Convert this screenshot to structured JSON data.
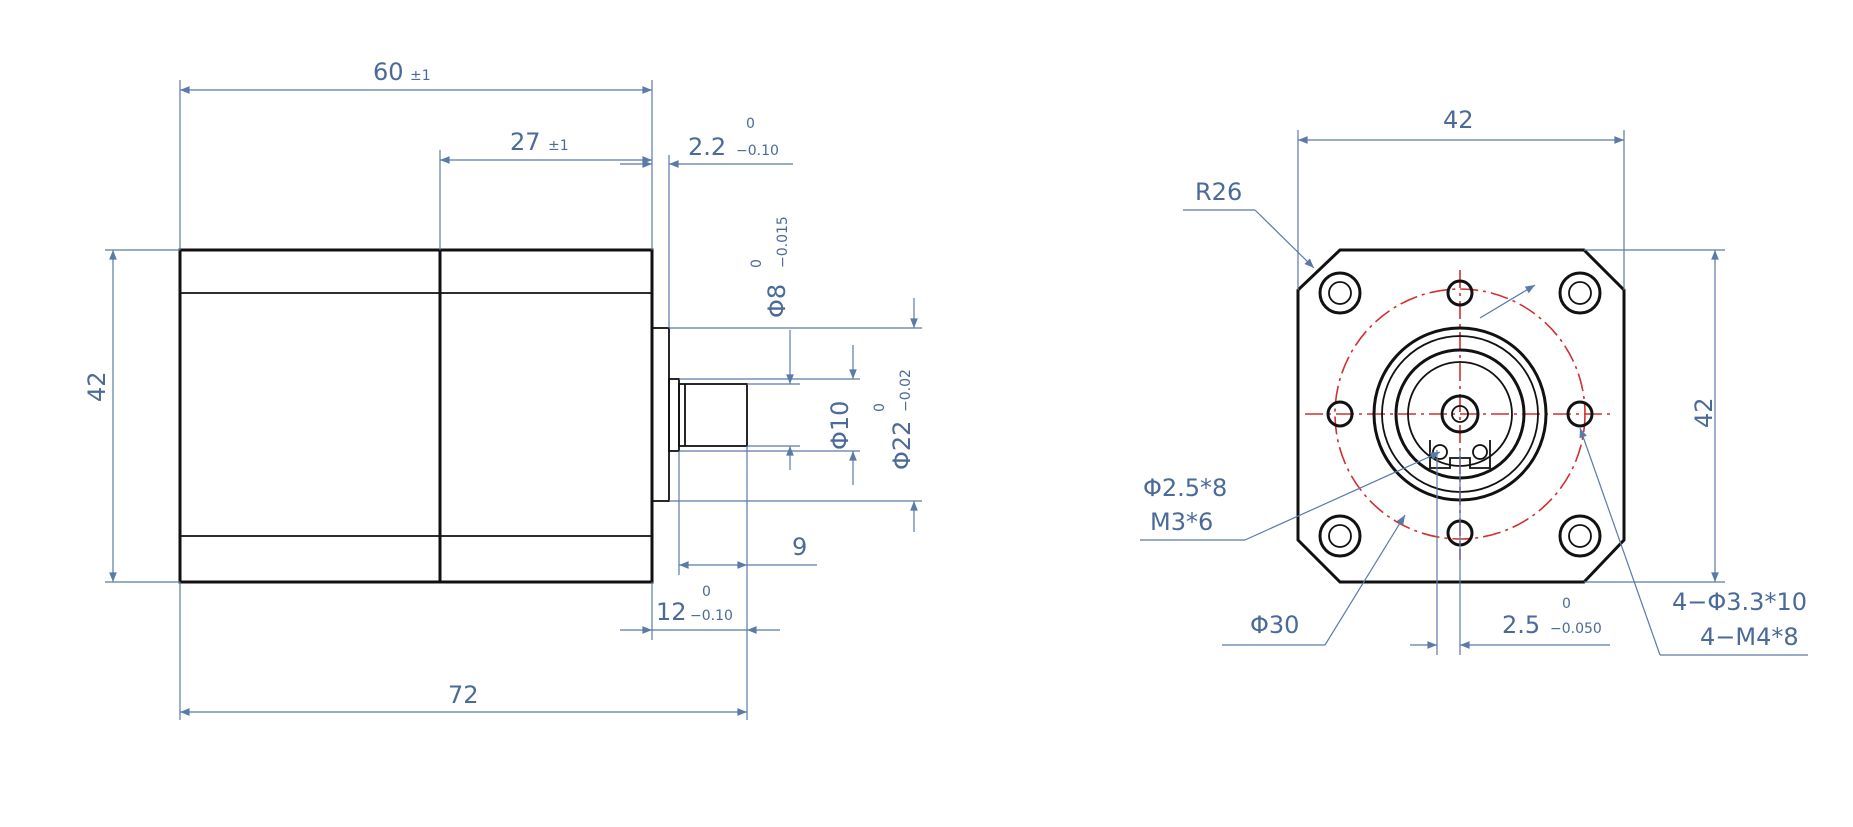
{
  "side_view": {
    "dims": {
      "overall_length": "60",
      "overall_length_tol": "±1",
      "gear_length": "27",
      "gear_length_tol": "±1",
      "flange_thick": "2.2",
      "flange_thick_tol_upper": "0",
      "flange_thick_tol_lower": "−0.10",
      "shaft_dia": "Φ8",
      "shaft_dia_tol_upper": "0",
      "shaft_dia_tol_lower": "−0.015",
      "height": "42",
      "collar_dia": "Φ10",
      "pilot_dia": "Φ22",
      "pilot_dia_tol_upper": "0",
      "pilot_dia_tol_lower": "−0.02",
      "shaft_len": "9",
      "shaft_ext": "12",
      "shaft_ext_tol_upper": "0",
      "shaft_ext_tol_lower": "−0.10",
      "total_length": "72"
    }
  },
  "front_view": {
    "dims": {
      "width": "42",
      "radius": "R26",
      "height": "42",
      "hole_small": "Φ2.5*8",
      "thread_small": "M3*6",
      "bolt_circle": "Φ30",
      "key_offset": "2.5",
      "key_offset_tol_upper": "0",
      "key_offset_tol_lower": "−0.050",
      "mount_holes": "4−Φ3.3*10",
      "mount_thread": "4−M4*8"
    }
  },
  "colors": {
    "dimension": "#4a6a99",
    "object": "#111111",
    "centerline": "#d03030"
  }
}
